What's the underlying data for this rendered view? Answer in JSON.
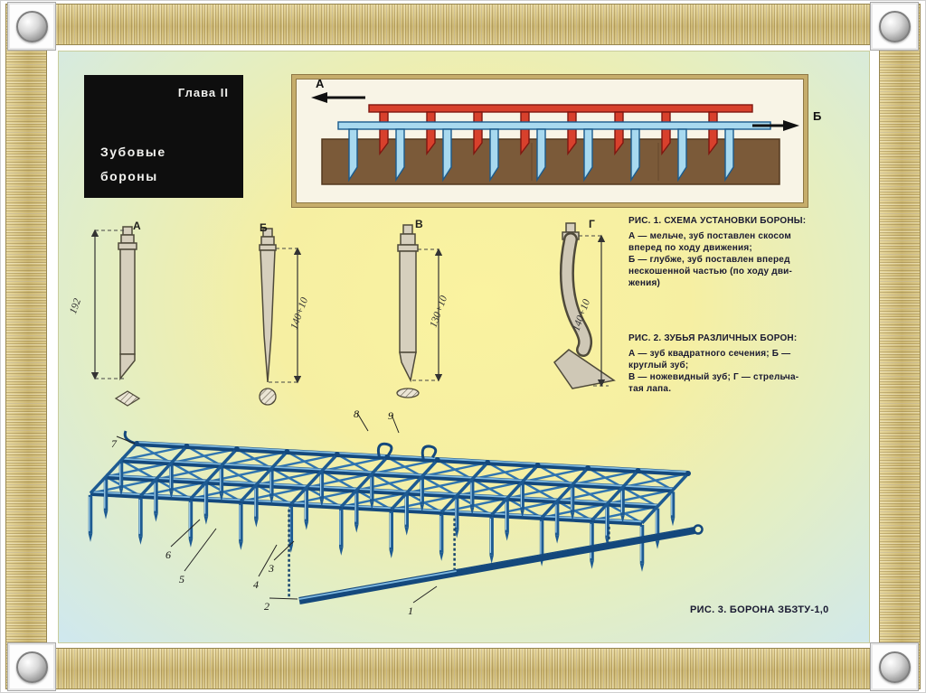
{
  "chapter_box": {
    "chapter": "Глава II",
    "line1": "Зубовые",
    "line2": "бороны"
  },
  "fig1": {
    "label_left": "А",
    "label_right": "Б"
  },
  "fig2": {
    "teeth": [
      {
        "label": "А",
        "dim": "192"
      },
      {
        "label": "Б",
        "dim": "140+10"
      },
      {
        "label": "В",
        "dim": "130+10"
      },
      {
        "label": "Г",
        "dim": "140+10"
      }
    ]
  },
  "captions": {
    "fig1_title": "РИС. 1. СХЕМА УСТАНОВКИ БОРОНЫ:",
    "fig1_lines": [
      "А — мельче, зуб поставлен скосом",
      "вперед по ходу движения;",
      "Б — глубже, зуб поставлен вперед",
      "нескошенной частью (по ходу дви-",
      "жения)"
    ],
    "fig2_title": "РИС. 2. ЗУБЬЯ РАЗЛИЧНЫХ БОРОН:",
    "fig2_lines": [
      "А — зуб квадратного сечения; Б —",
      "круглый зуб;",
      "В — ножевидный зуб; Г — стрельча-",
      "тая лапа."
    ],
    "fig3_title": "РИС. 3. БОРОНА ЗБЗТУ-1,0"
  },
  "fig3": {
    "parts": [
      "1",
      "2",
      "3",
      "4",
      "5",
      "6",
      "7",
      "8",
      "9"
    ]
  },
  "colors": {
    "tooth_red": "#d8402c",
    "tooth_blue": "#a8d9ef",
    "frame_blue": "#2f74b0",
    "soil_brown": "#7b5a39"
  }
}
